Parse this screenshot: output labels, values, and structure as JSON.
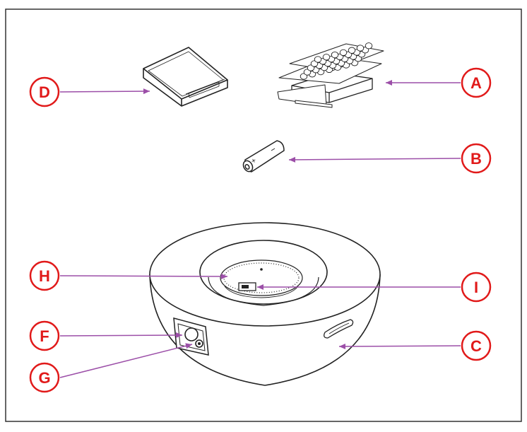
{
  "colors": {
    "callout": "#e11a1a",
    "leader": "#9c4fa8",
    "line_art": "#222222",
    "frame": "#333333"
  },
  "callouts": [
    {
      "letter": "A",
      "part": "lava-rock-box"
    },
    {
      "letter": "B",
      "part": "battery"
    },
    {
      "letter": "C",
      "part": "side-handle"
    },
    {
      "letter": "D",
      "part": "cover-lid"
    },
    {
      "letter": "F",
      "part": "gas-inlet-port"
    },
    {
      "letter": "G",
      "part": "ignition-knob"
    },
    {
      "letter": "H",
      "part": "burner-pan"
    },
    {
      "letter": "I",
      "part": "igniter-switch"
    }
  ]
}
